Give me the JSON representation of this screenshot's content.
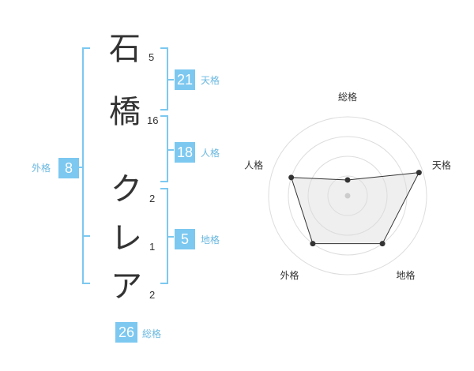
{
  "name": {
    "characters": [
      {
        "char": "石",
        "strokes": "5"
      },
      {
        "char": "橋",
        "strokes": "16"
      },
      {
        "char": "ク",
        "strokes": "2"
      },
      {
        "char": "レ",
        "strokes": "1"
      },
      {
        "char": "ア",
        "strokes": "2"
      }
    ]
  },
  "fortune": {
    "tenkaku": {
      "value": "21",
      "label": "天格"
    },
    "jinkaku": {
      "value": "18",
      "label": "人格"
    },
    "chikaku": {
      "value": "5",
      "label": "地格"
    },
    "gaikaku": {
      "value": "8",
      "label": "外格"
    },
    "soukaku": {
      "value": "26",
      "label": "総格"
    }
  },
  "colors": {
    "accent": "#7cc8f0",
    "label": "#6ab8e0",
    "bracket": "#7cc8f0",
    "text": "#333333"
  },
  "chart_data": {
    "type": "radar",
    "axes": [
      "総格",
      "天格",
      "地格",
      "外格",
      "人格"
    ],
    "values": [
      0.2,
      0.95,
      0.75,
      0.75,
      0.75
    ],
    "range": [
      0,
      1
    ],
    "rings": 4,
    "grid": true
  }
}
